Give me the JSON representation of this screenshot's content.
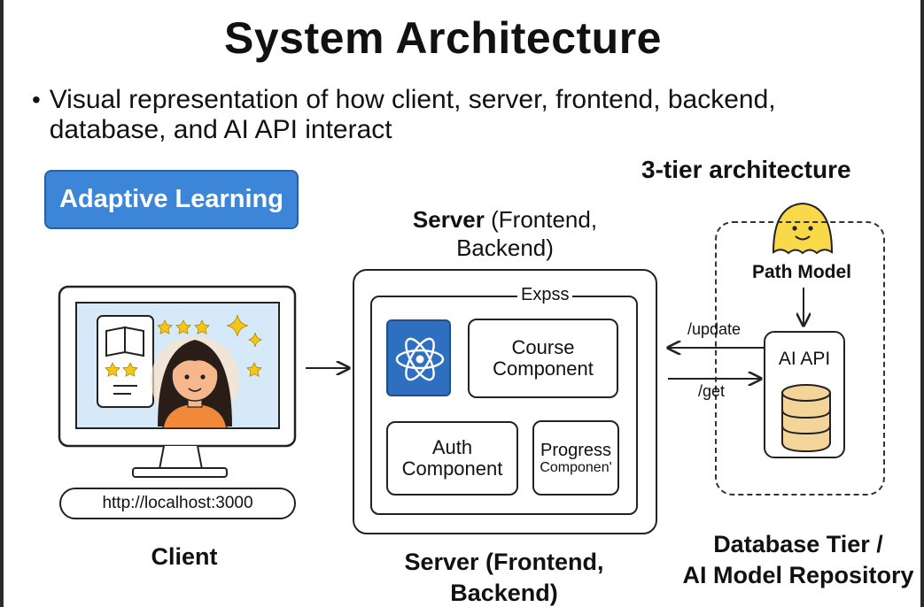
{
  "title": "System Architecture",
  "bullet": "Visual representation of how client, server, frontend, backend, database, and AI API interact",
  "tier_label": "3-tier architecture",
  "badge": "Adaptive Learning",
  "server_top": {
    "bold": "Server",
    "rest": " (Frontend,",
    "line2": "Backend)"
  },
  "server_box": {
    "label": "Expss",
    "course": [
      "Course",
      "Component"
    ],
    "auth": [
      "Auth",
      "Component"
    ],
    "progress": [
      "Progress",
      "Componen'"
    ]
  },
  "database": {
    "path_model": "Path Model",
    "ai_api": "AI API",
    "edge_update": "/update",
    "edge_get": "/get"
  },
  "client": {
    "url": "http://localhost:3000",
    "caption": "Client"
  },
  "captions": {
    "server": [
      "Server (Frontend,",
      "Backend)"
    ],
    "database": [
      "Database Tier /",
      "AI Model Repository"
    ]
  },
  "colors": {
    "badge_blue": "#3d85d6",
    "react_blue": "#2f6fc0",
    "screen_blue": "#d6e9f8",
    "star_yellow": "#f5c518",
    "db_tan": "#f3d59a"
  },
  "icons": [
    "react-icon",
    "book-icon",
    "star-icon",
    "sparkle-icon",
    "ghost-mascot-icon",
    "database-icon",
    "monitor-icon",
    "user-avatar-icon"
  ]
}
